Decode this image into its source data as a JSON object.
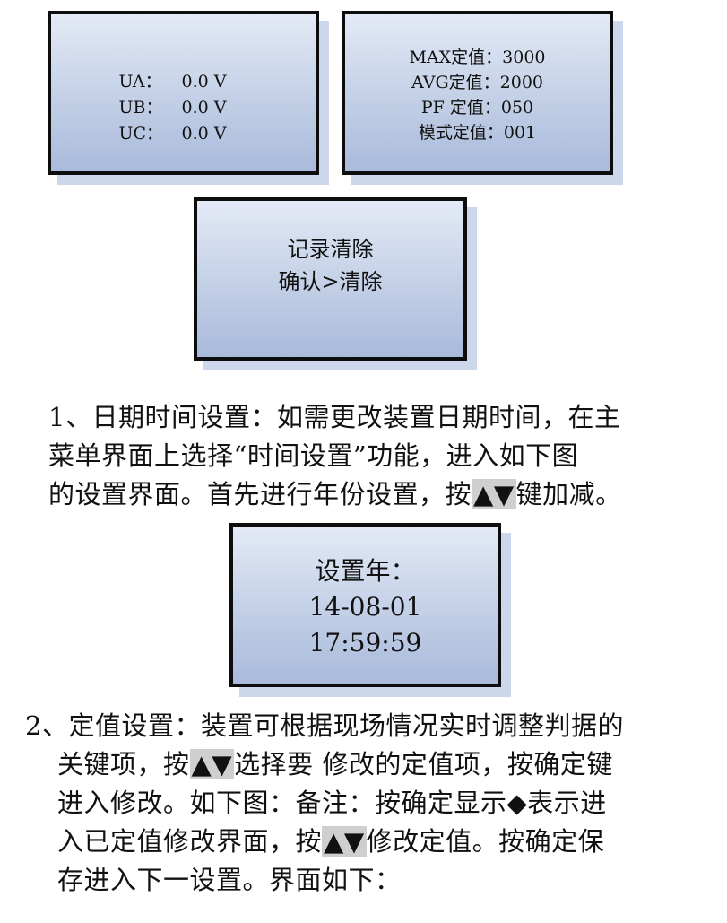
{
  "box1": {
    "rows": [
      {
        "label": "UA：",
        "value": "0.0  V"
      },
      {
        "label": "UB：",
        "value": "0.0  V"
      },
      {
        "label": "UC：",
        "value": "0.0  V"
      }
    ]
  },
  "box2": {
    "lines": [
      "MAX定值：3000",
      "AVG定值：2000",
      "PF  定值：050",
      "模式定值：001"
    ]
  },
  "box3": {
    "lines": [
      "记录清除",
      "确认>清除"
    ]
  },
  "box4": {
    "lines": [
      "设置年：",
      "14-08-01",
      "17:59:59"
    ]
  },
  "para1": {
    "line1": "1、日期时间设置：如需更改装置日期时间，在主",
    "line2": "菜单界面上选择“时间设置”功能，进入如下图",
    "line3_pre": "的设置界面。首先进行年份设置，按",
    "keys": "▲▼",
    "line3_post": "键加减。"
  },
  "para2": {
    "line1": "2、定值设置：装置可根据现场情况实时调整判据的",
    "line2_pre": "关键项，按",
    "line2_keys": "▲▼",
    "line2_post": "选择要 修改的定值项，按确定键",
    "line3": "进入修改。如下图：备注：按确定显示◆表示进",
    "line4_pre": "入已定值修改界面，按",
    "line4_keys": "▲▼",
    "line4_post": "修改定值。按确定保",
    "line5": "存进入下一设置。界面如下："
  }
}
